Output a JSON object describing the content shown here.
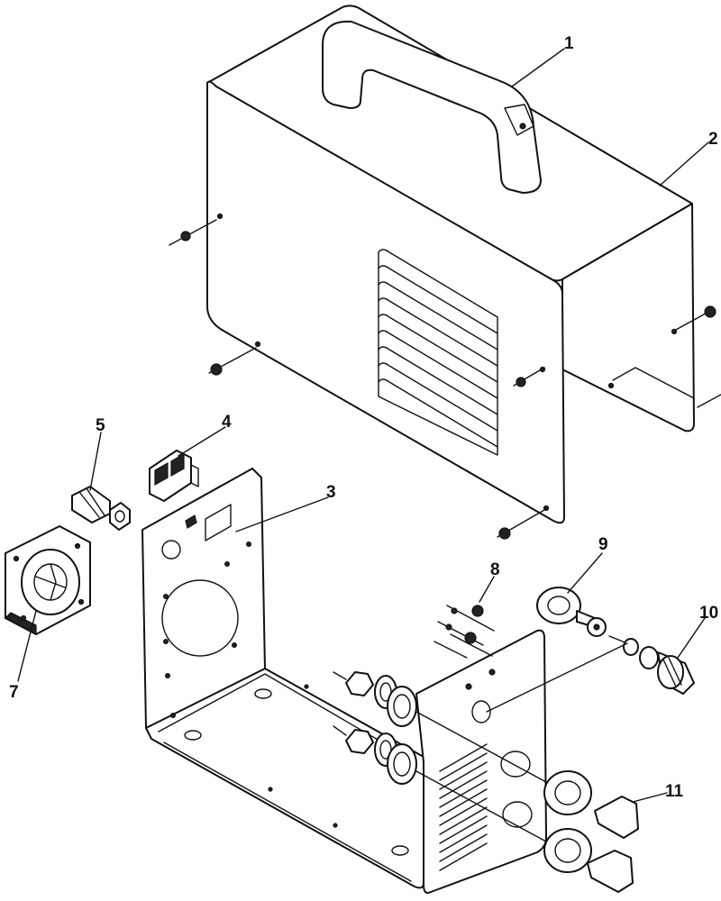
{
  "diagram": {
    "callouts": [
      {
        "id": "1",
        "text": "1"
      },
      {
        "id": "2",
        "text": "2"
      },
      {
        "id": "3",
        "text": "3"
      },
      {
        "id": "4",
        "text": "4"
      },
      {
        "id": "5",
        "text": "5"
      },
      {
        "id": "7",
        "text": "7"
      },
      {
        "id": "8",
        "text": "8"
      },
      {
        "id": "9",
        "text": "9"
      },
      {
        "id": "10",
        "text": "10"
      },
      {
        "id": "11",
        "text": "11"
      }
    ]
  }
}
